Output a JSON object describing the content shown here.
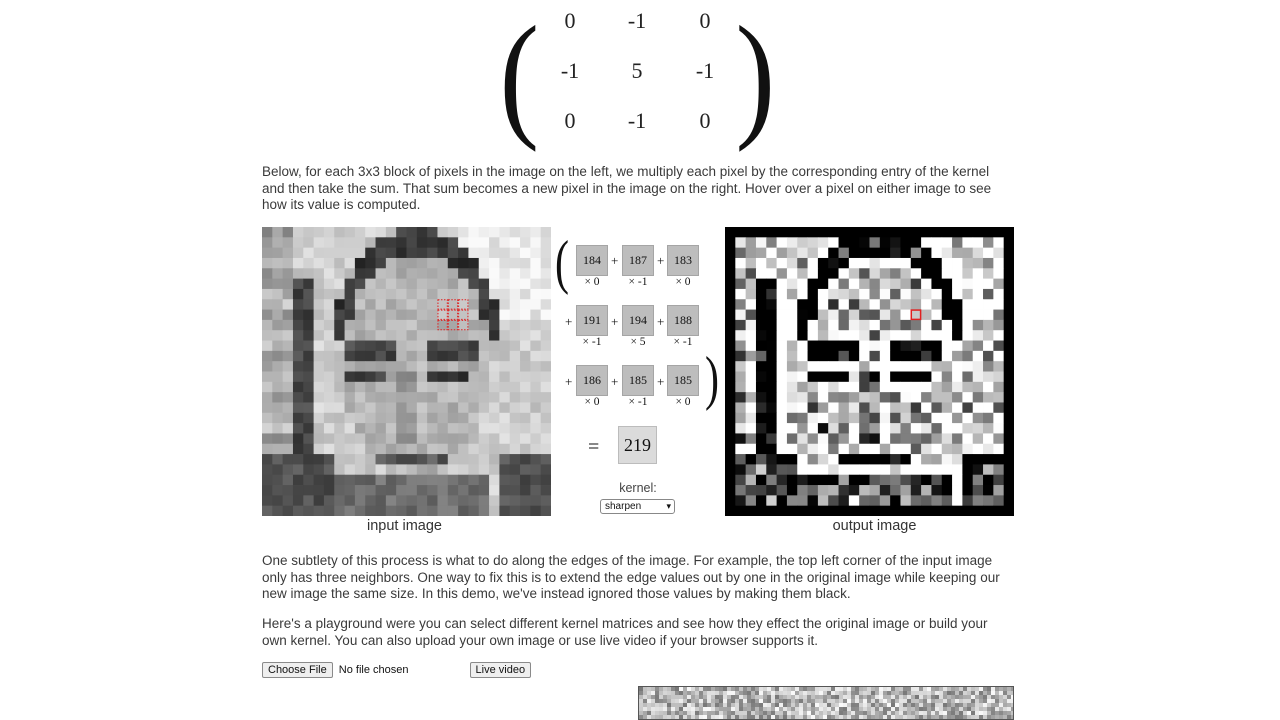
{
  "kernel_matrix": [
    [
      "0",
      "-1",
      "0"
    ],
    [
      "-1",
      "5",
      "-1"
    ],
    [
      "0",
      "-1",
      "0"
    ]
  ],
  "paragraphs": {
    "intro": "Below, for each 3x3 block of pixels in the image on the left, we multiply each pixel by the corresponding entry of the kernel and then take the sum. That sum becomes a new pixel in the image on the right. Hover over a pixel on either image to see how its value is computed.",
    "edges": "One subtlety of this process is what to do along the edges of the image. For example, the top left corner of the input image only has three neighbors. One way to fix this is to extend the edge values out by one in the original image while keeping our new image the same size. In this demo, we've instead ignored those values by making them black.",
    "playground": "Here's a playground were you can select different kernel matrices and see how they effect the original image or build your own kernel. You can also upload your own image or use live video if your browser supports it."
  },
  "calc": {
    "pixels": [
      [
        "184",
        "187",
        "183"
      ],
      [
        "191",
        "194",
        "188"
      ],
      [
        "186",
        "185",
        "185"
      ]
    ],
    "weights": [
      [
        "× 0",
        "× -1",
        "× 0"
      ],
      [
        "× -1",
        "× 5",
        "× -1"
      ],
      [
        "× 0",
        "× -1",
        "× 0"
      ]
    ],
    "plus": "+",
    "equals": "=",
    "result": "219",
    "kernel_label": "kernel:",
    "kernel_selected": "sharpen"
  },
  "captions": {
    "input": "input image",
    "output": "output image"
  },
  "controls": {
    "choose_file": "Choose File",
    "no_file": "No file chosen",
    "live_video": "Live video"
  },
  "colors": {
    "highlight": "#e02020"
  }
}
